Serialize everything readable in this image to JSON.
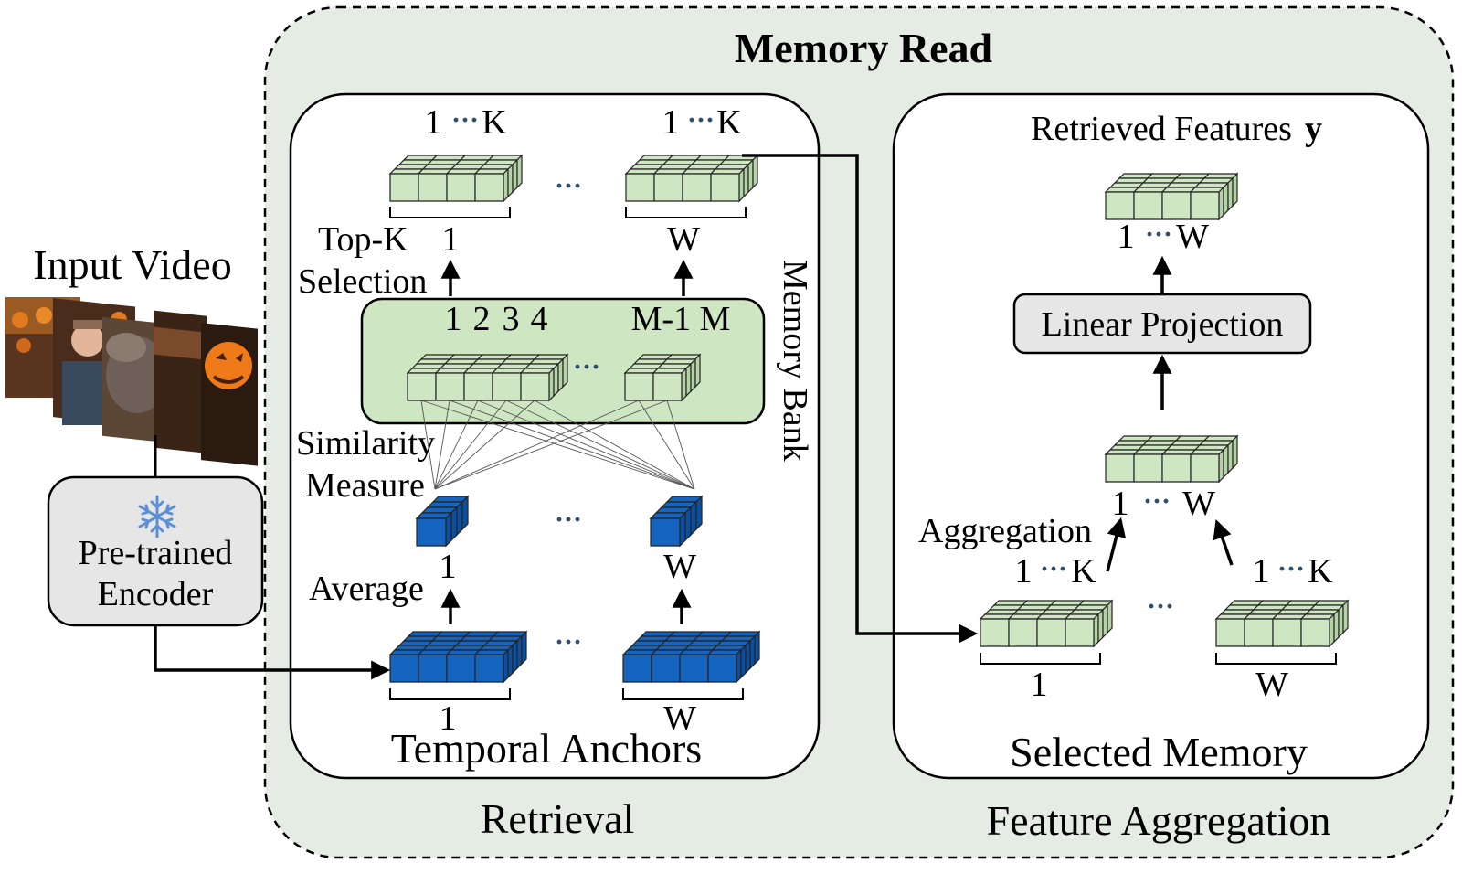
{
  "title": "Memory Read",
  "input": {
    "label": "Input Video",
    "encoder_line1": "Pre-trained",
    "encoder_line2": "Encoder"
  },
  "retrieval": {
    "section_label": "Retrieval",
    "temporal_anchors": "Temporal Anchors",
    "memory_bank": "Memory Bank",
    "top_k_line1": "Top-K",
    "top_k_line2": "Selection",
    "similarity_line1": "Similarity",
    "similarity_line2": "Measure",
    "average": "Average",
    "idx_1": "1",
    "idx_w": "W",
    "idx_k": "K",
    "bank_indices": [
      "1",
      "2",
      "3",
      "4"
    ],
    "bank_last": "M-1 M",
    "ellipsis": "···"
  },
  "aggregation": {
    "section_label": "Feature Aggregation",
    "selected_memory": "Selected Memory",
    "linear_projection": "Linear Projection",
    "aggregation": "Aggregation",
    "retrieved_features": "Retrieved Features",
    "retrieved_symbol": "y",
    "idx_1": "1",
    "idx_w": "W",
    "idx_k": "K",
    "ellipsis": "···"
  },
  "colors": {
    "outer_bg": "#e4ece4",
    "green_cube": "#cfe6c2",
    "green_cube_side": "#b6d3a6",
    "blue_cube": "#1565c0",
    "blue_cube_side": "#0d4f9f",
    "gray_box": "#e6e6e6",
    "snowflake": "#5b8fd6"
  },
  "icons": {
    "snowflake": "snowflake-icon"
  }
}
